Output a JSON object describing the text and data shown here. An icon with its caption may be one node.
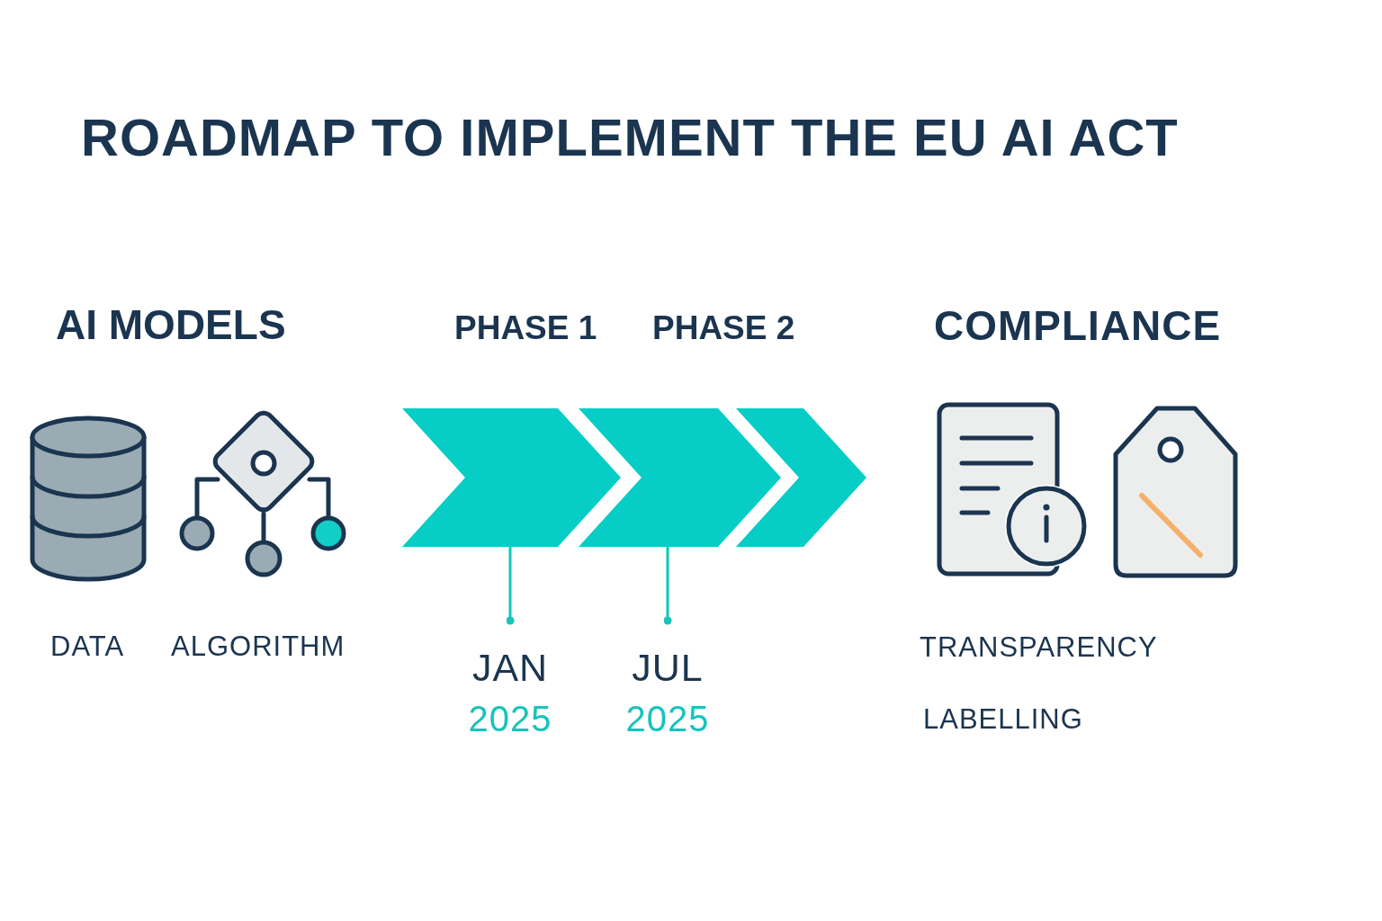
{
  "diagram": {
    "title": "ROADMAP TO IMPLEMENT THE EU AI ACT",
    "nodes": [
      {
        "text": [],
        "shape": "chevron"
      },
      {
        "text": [],
        "shape": "chevron"
      },
      {
        "text": [],
        "shape": "chevron"
      },
      {
        "text": [
          "JAN",
          "2025"
        ]
      },
      {
        "text": [
          "JUL",
          "2025"
        ]
      }
    ],
    "edges": [
      {
        "from": 0,
        "to": 3,
        "arrow": "other"
      },
      {
        "from": 1,
        "to": 4,
        "arrow": "other"
      }
    ],
    "labels": [
      "AI MODELS",
      "PHASE 1",
      "PHASE 2",
      "COMPLIANCE",
      "DATA",
      "ALGORITHM",
      "TRANSPARENCY",
      "LABELLING"
    ]
  }
}
